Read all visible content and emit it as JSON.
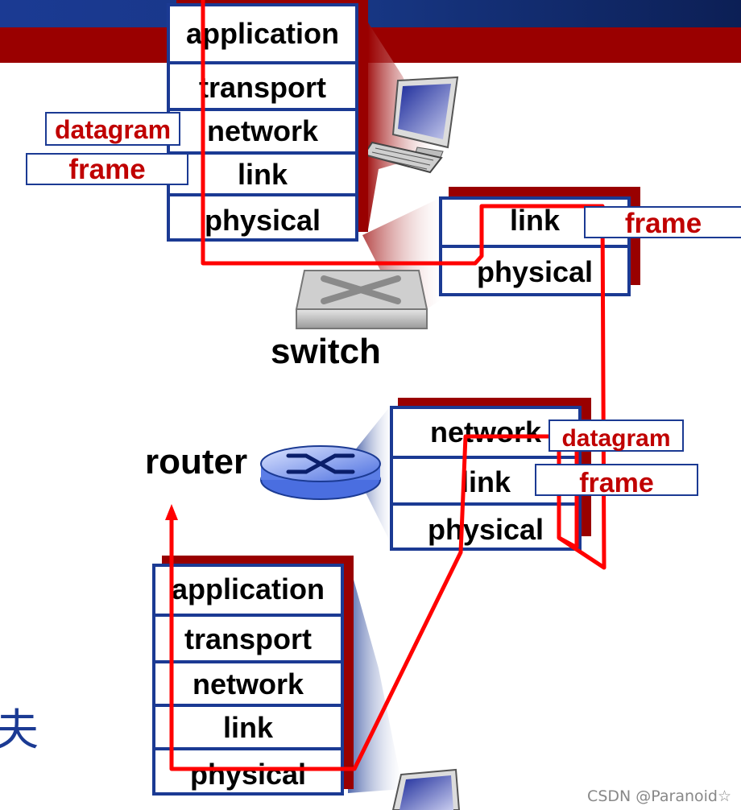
{
  "host_top": {
    "layers": [
      "application",
      "transport",
      "network",
      "link",
      "physical"
    ]
  },
  "host_top_tags": {
    "datagram": "datagram",
    "frame": "frame"
  },
  "switch": {
    "label": "switch",
    "layers": [
      "link",
      "physical"
    ],
    "tag": "frame"
  },
  "router": {
    "label": "router",
    "layers": [
      "network",
      "link",
      "physical"
    ],
    "tags": [
      "datagram",
      "frame"
    ]
  },
  "host_bottom": {
    "layers": [
      "application",
      "transport",
      "network",
      "link",
      "physical"
    ]
  },
  "side_char": "夫",
  "watermark": "CSDN @Paranoid☆",
  "colors": {
    "banner_blue": "#1b3a93",
    "banner_red": "#9a0000",
    "stack_border": "#1b3a93",
    "path": "#ff0000",
    "tag_text": "#c00000"
  },
  "icons": [
    "desktop-computer-icon",
    "switch-icon",
    "router-icon",
    "laptop-icon"
  ]
}
